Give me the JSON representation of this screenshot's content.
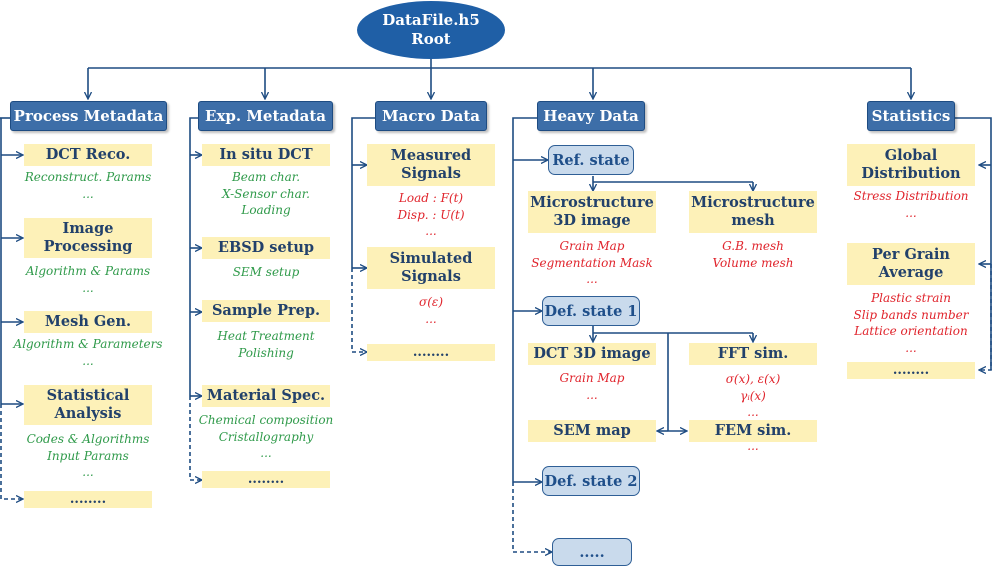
{
  "root": {
    "line1": "DataFile.h5",
    "line2": "Root"
  },
  "colors": {
    "header": "#3d6ea8",
    "root": "#1f5fa6",
    "box": "#fdf1b8",
    "state_box": "#c9daec",
    "green_text": "#2f9a4a",
    "red_text": "#e0242c"
  },
  "process": {
    "header": "Process Metadata",
    "dct": {
      "title": "DCT Reco.",
      "notes": [
        "Reconstruct. Params",
        "..."
      ]
    },
    "image": {
      "title": [
        "Image",
        "Processing"
      ],
      "notes": [
        "Algorithm & Params",
        "..."
      ]
    },
    "mesh": {
      "title": "Mesh Gen.",
      "notes": [
        "Algorithm & Parameters",
        "..."
      ]
    },
    "stat": {
      "title": [
        "Statistical",
        "Analysis"
      ],
      "notes": [
        "Codes & Algorithms",
        "Input Params",
        "..."
      ]
    },
    "more": "........"
  },
  "exp": {
    "header": "Exp. Metadata",
    "insitu": {
      "title": "In situ DCT",
      "notes": [
        "Beam char.",
        "X-Sensor char.",
        "Loading"
      ]
    },
    "ebsd": {
      "title": "EBSD setup",
      "notes": [
        "SEM setup"
      ]
    },
    "sample": {
      "title": "Sample Prep.",
      "notes": [
        "Heat Treatment",
        "Polishing"
      ]
    },
    "material": {
      "title": "Material Spec.",
      "notes": [
        "Chemical composition",
        "Cristallography",
        "..."
      ]
    },
    "more": "........"
  },
  "macro": {
    "header": "Macro Data",
    "measured": {
      "title": [
        "Measured",
        "Signals"
      ],
      "notes": [
        "Load : F(t)",
        "Disp. : U(t)",
        "..."
      ]
    },
    "simulated": {
      "title": [
        "Simulated",
        "Signals"
      ],
      "notes": [
        "σ(ε)",
        "..."
      ]
    },
    "more": "........"
  },
  "heavy": {
    "header": "Heavy Data",
    "ref_state": "Ref. state",
    "micro3d": {
      "title": [
        "Microstructure",
        "3D image"
      ],
      "notes": [
        "Grain Map",
        "Segmentation Mask",
        "..."
      ]
    },
    "micromesh": {
      "title": [
        "Microstructure",
        "mesh"
      ],
      "notes": [
        "G.B. mesh",
        "Volume mesh"
      ]
    },
    "def1": "Def. state 1",
    "dct3d": {
      "title": "DCT 3D image",
      "notes": [
        "Grain Map",
        "..."
      ]
    },
    "fft": {
      "title": "FFT sim.",
      "notes": [
        "σ(x), ε(x)",
        "γᵢ(x)",
        "..."
      ]
    },
    "sem": {
      "title": "SEM map"
    },
    "fem": {
      "title": "FEM sim.",
      "notes": [
        "..."
      ]
    },
    "def2": "Def. state 2",
    "more": "....."
  },
  "stats": {
    "header": "Statistics",
    "global": {
      "title": [
        "Global",
        "Distribution"
      ],
      "notes": [
        "Stress Distribution",
        "..."
      ]
    },
    "pergrain": {
      "title": [
        "Per Grain",
        "Average"
      ],
      "notes": [
        "Plastic strain",
        "Slip bands number",
        "Lattice orientation",
        "..."
      ]
    },
    "more": "........"
  }
}
